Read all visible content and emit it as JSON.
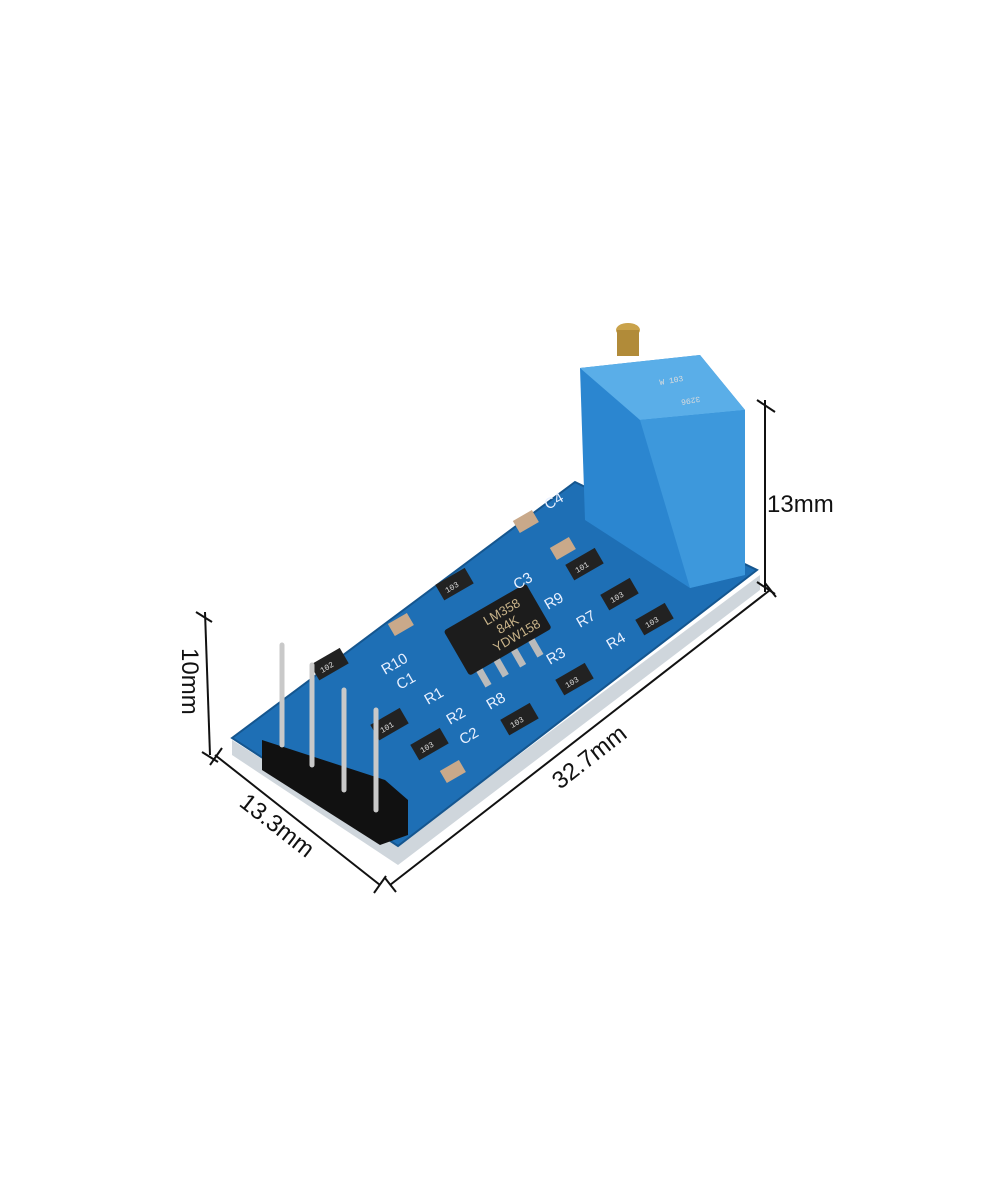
{
  "dimensions": {
    "height_pot": "13mm",
    "height_pins": "10mm",
    "width": "13.3mm",
    "length": "32.7mm"
  },
  "chip": {
    "line1": "LM358",
    "line2": "84K",
    "line3": "YDW158"
  },
  "potentiometer": {
    "marking1": "W 103",
    "marking2": "3296"
  },
  "silkscreen": [
    "C4",
    "C3",
    "R9",
    "R7",
    "R4",
    "R3",
    "R8",
    "R2",
    "R1",
    "C1",
    "C2",
    "R10"
  ],
  "resistor_codes": [
    "102",
    "103",
    "101",
    "103",
    "103",
    "103",
    "101",
    "103",
    "103"
  ],
  "colors": {
    "pcb": "#1e6fb5",
    "pot": "#2f8fd8",
    "chip": "#1c1c1c",
    "header": "#111111"
  }
}
